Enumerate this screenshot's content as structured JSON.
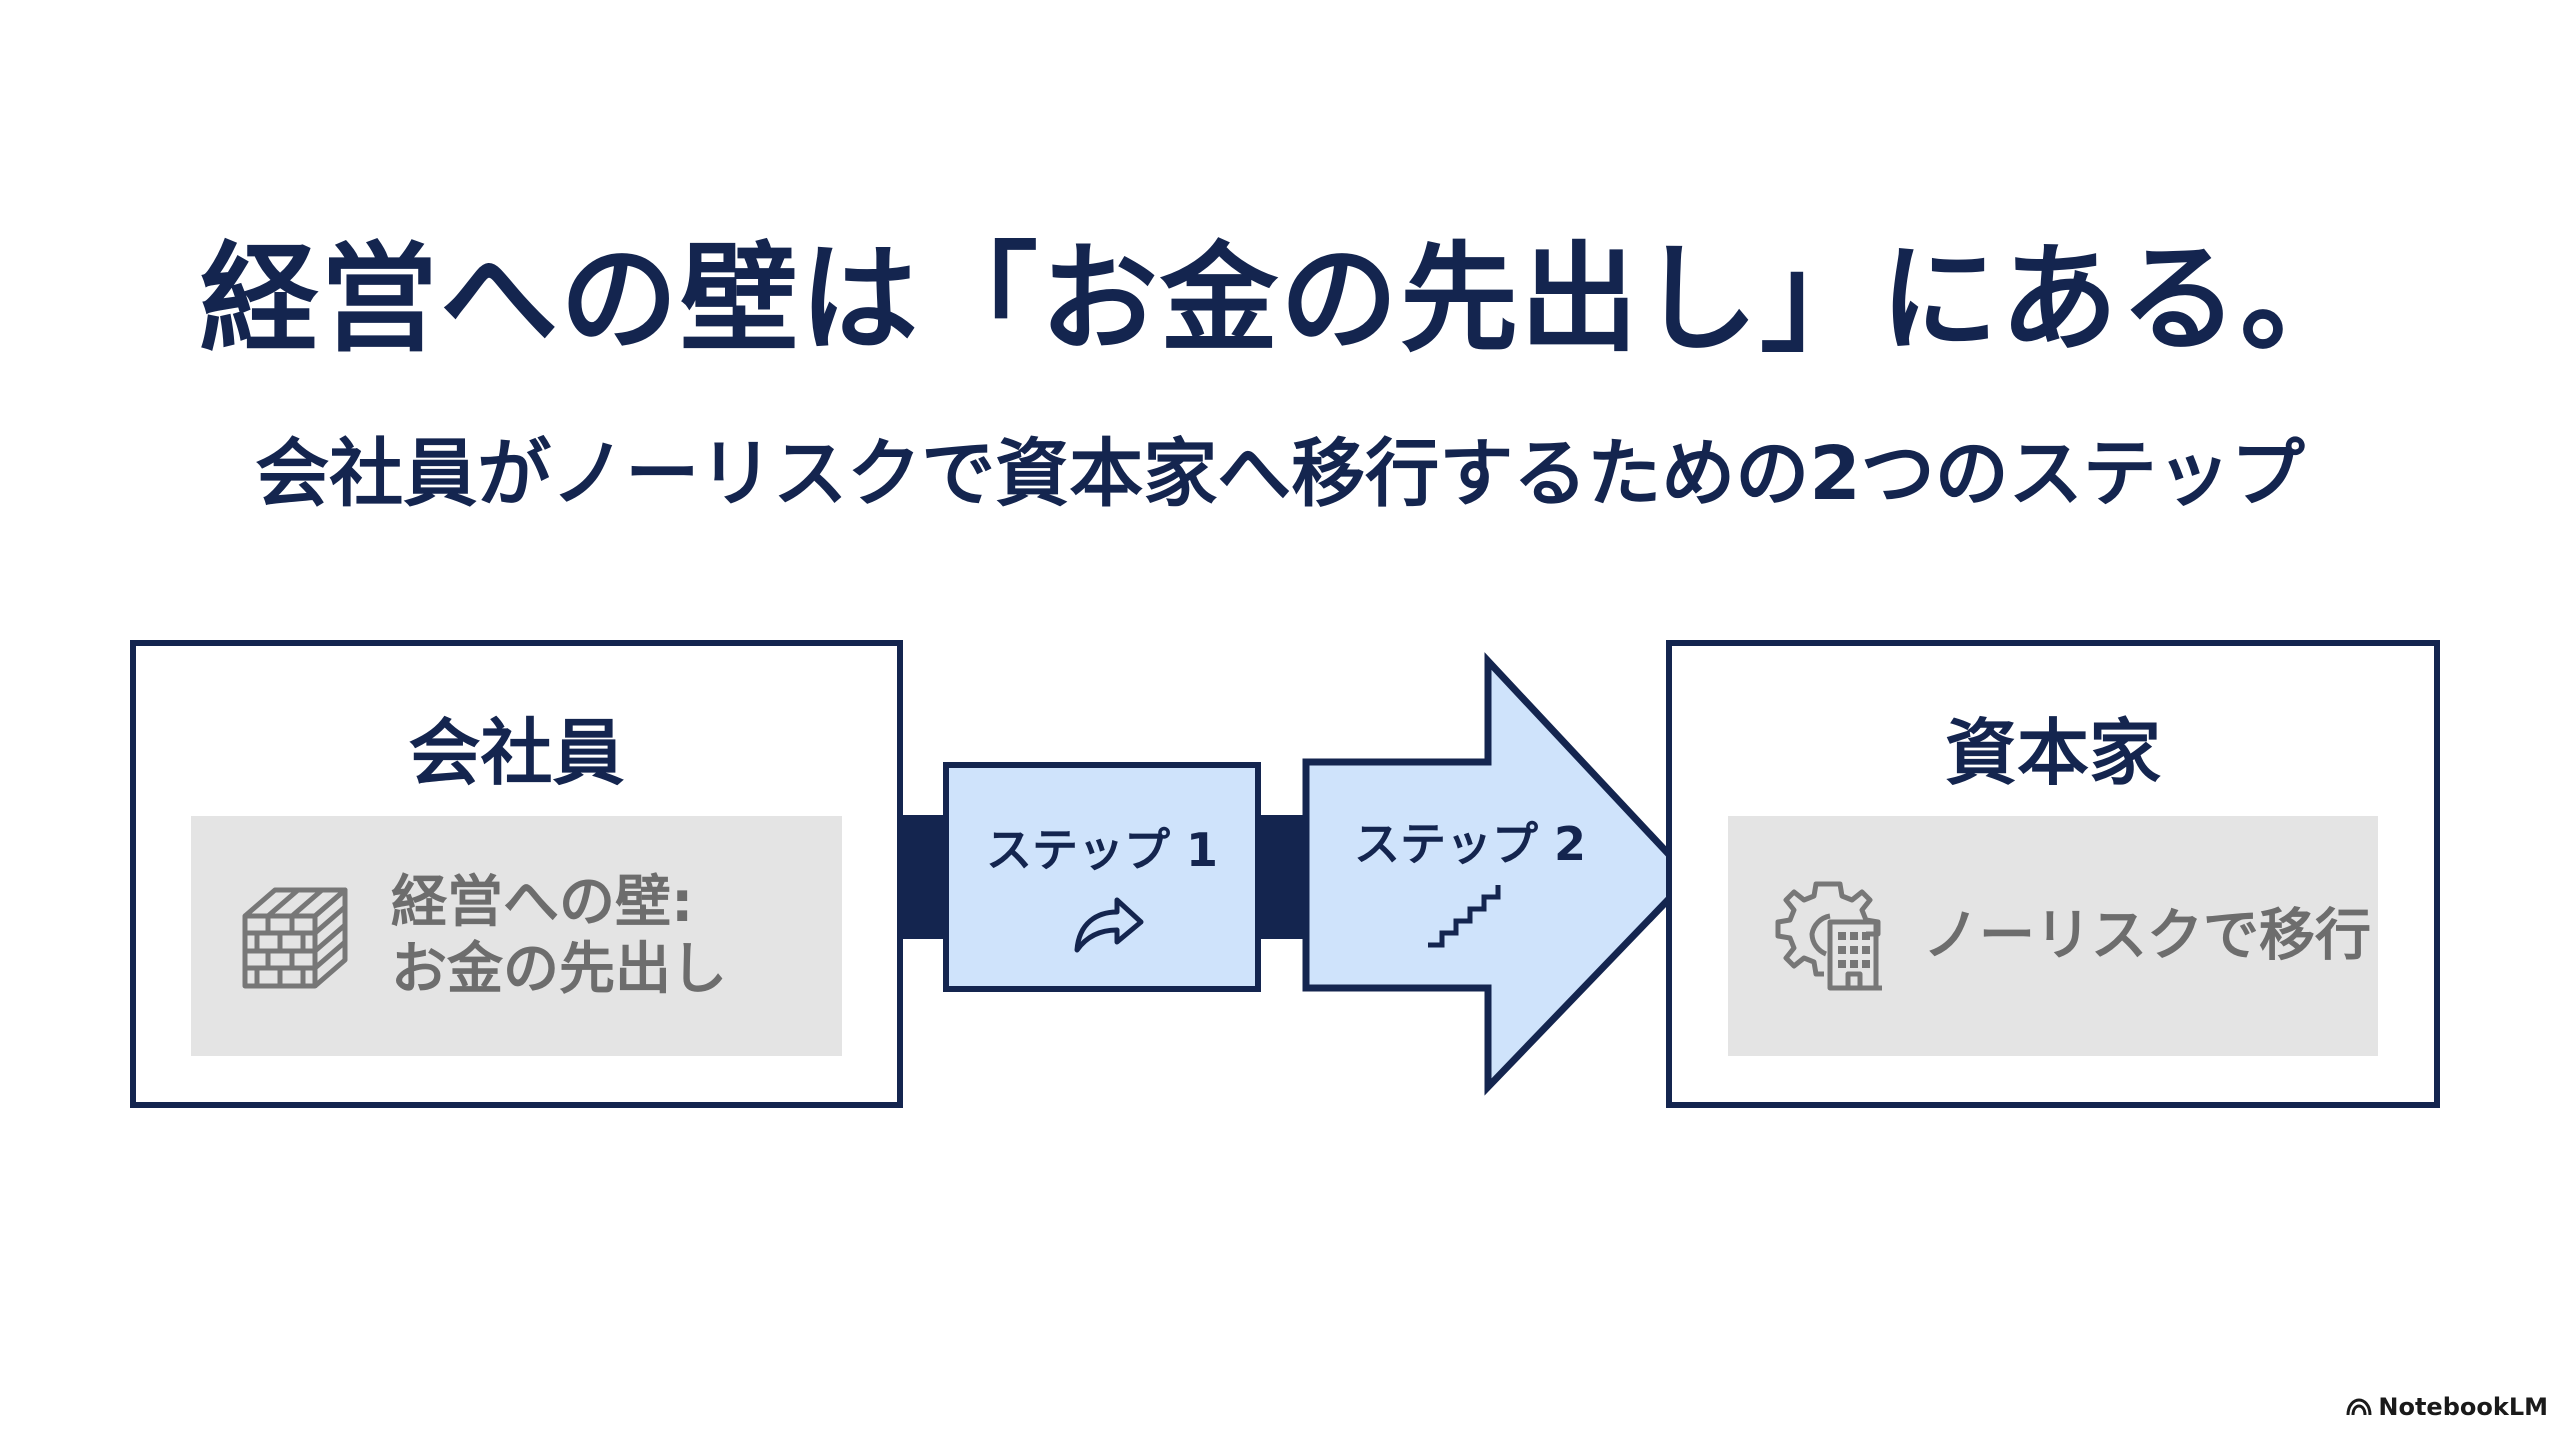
{
  "slide": {
    "title": "経営への壁は「お金の先出し」にある。",
    "subtitle": "会社員がノーリスクで資本家へ移行するための2つのステップ"
  },
  "left_box": {
    "title": "会社員",
    "icon": "brick-wall-icon",
    "text_line1": "経営への壁:",
    "text_line2": "お金の先出し"
  },
  "step1": {
    "label": "ステップ 1",
    "icon": "curved-arrow-icon"
  },
  "step2": {
    "label": "ステップ 2",
    "icon": "stairs-icon"
  },
  "right_box": {
    "title": "資本家",
    "icon": "gear-building-icon",
    "text": "ノーリスクで移行"
  },
  "watermark": {
    "text": "NotebookLM",
    "icon": "notebooklm-logo-icon"
  },
  "colors": {
    "navy": "#14254f",
    "light_blue": "#cfe3fb",
    "panel_gray": "#e4e4e4",
    "text_gray": "#6d6d6d"
  }
}
